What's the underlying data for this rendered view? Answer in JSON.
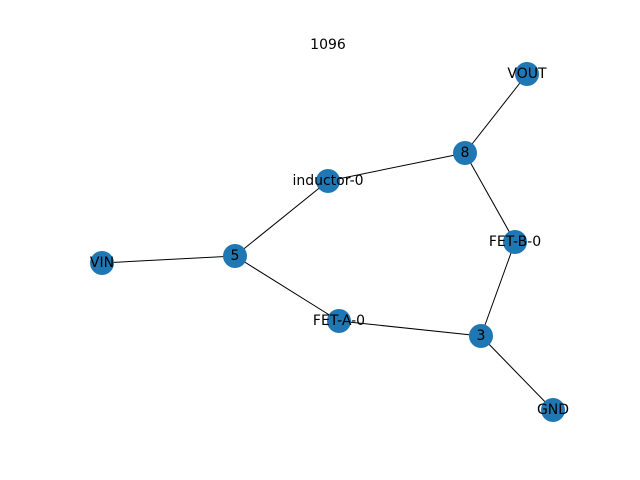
{
  "title": "1096",
  "node_color": "#1f77b4",
  "edge_color": "#000000",
  "nodes": [
    {
      "id": "VOUT",
      "label": "VOUT"
    },
    {
      "id": "8",
      "label": "8"
    },
    {
      "id": "inductor-0",
      "label": "inductor-0"
    },
    {
      "id": "FET-B-0",
      "label": "FET-B-0"
    },
    {
      "id": "VIN",
      "label": "VIN"
    },
    {
      "id": "5",
      "label": "5"
    },
    {
      "id": "FET-A-0",
      "label": "FET-A-0"
    },
    {
      "id": "3",
      "label": "3"
    },
    {
      "id": "GND",
      "label": "GND"
    }
  ],
  "edges": [
    {
      "source": "VOUT",
      "target": "8"
    },
    {
      "source": "8",
      "target": "inductor-0"
    },
    {
      "source": "8",
      "target": "FET-B-0"
    },
    {
      "source": "inductor-0",
      "target": "5"
    },
    {
      "source": "VIN",
      "target": "5"
    },
    {
      "source": "5",
      "target": "FET-A-0"
    },
    {
      "source": "FET-A-0",
      "target": "3"
    },
    {
      "source": "FET-B-0",
      "target": "3"
    },
    {
      "source": "3",
      "target": "GND"
    }
  ]
}
